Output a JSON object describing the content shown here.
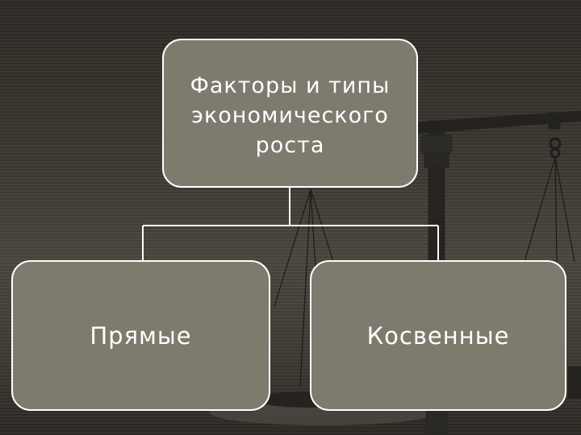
{
  "diagram": {
    "root": {
      "label": "Факторы и типы\nэкономического\nроста"
    },
    "children": [
      {
        "label": "Прямые"
      },
      {
        "label": "Косвенные"
      }
    ]
  },
  "colors": {
    "node_fill": "#7d7b6e",
    "node_border": "#ffffff",
    "connector": "#ffffff",
    "background": "#3a3630"
  },
  "icons": [
    "balance-scale-icon"
  ]
}
